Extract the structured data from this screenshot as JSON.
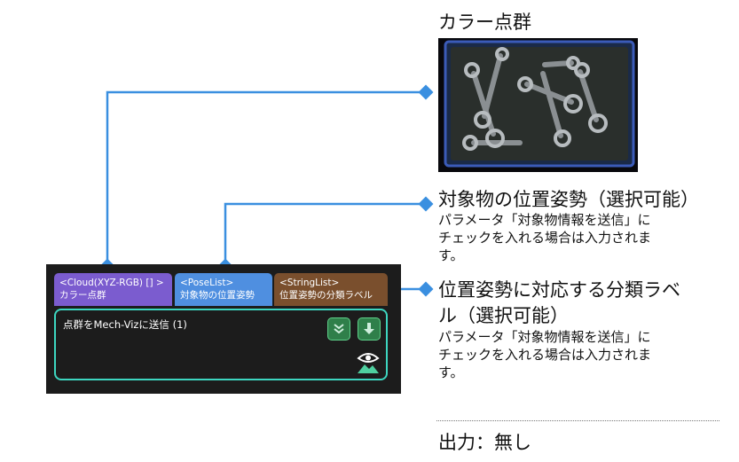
{
  "outputs": {
    "color_point_cloud": {
      "title": "カラー点群"
    },
    "object_pose": {
      "title": "対象物の位置姿勢（選択可能）",
      "desc_line1": "パラメータ「対象物情報を送信」に",
      "desc_line2": "チェックを入れる場合は入力されま",
      "desc_line3": "す。"
    },
    "pose_label": {
      "title_line1": "位置姿勢に対応する分類ラベ",
      "title_line2": "ル（選択可能）",
      "desc_line1": "パラメータ「対象物情報を送信」に",
      "desc_line2": "チェックを入れる場合は入力されま",
      "desc_line3": "す。"
    },
    "output_none": "出力：無し"
  },
  "node": {
    "tabs": [
      {
        "type": "<Cloud(XYZ-RGB) [] >",
        "label": "カラー点群",
        "color": "#7b5ccf"
      },
      {
        "type": "<PoseList>",
        "label": "対象物の位置姿勢",
        "color": "#4f8fe0"
      },
      {
        "type": "<StringList>",
        "label": "位置姿勢の分類ラベル",
        "color": "#7a4f2d"
      }
    ],
    "step_name": "点群をMech-Vizに送信 (1)",
    "accent_color": "#3dd6c0",
    "connector_color": "#3a8fe0"
  }
}
